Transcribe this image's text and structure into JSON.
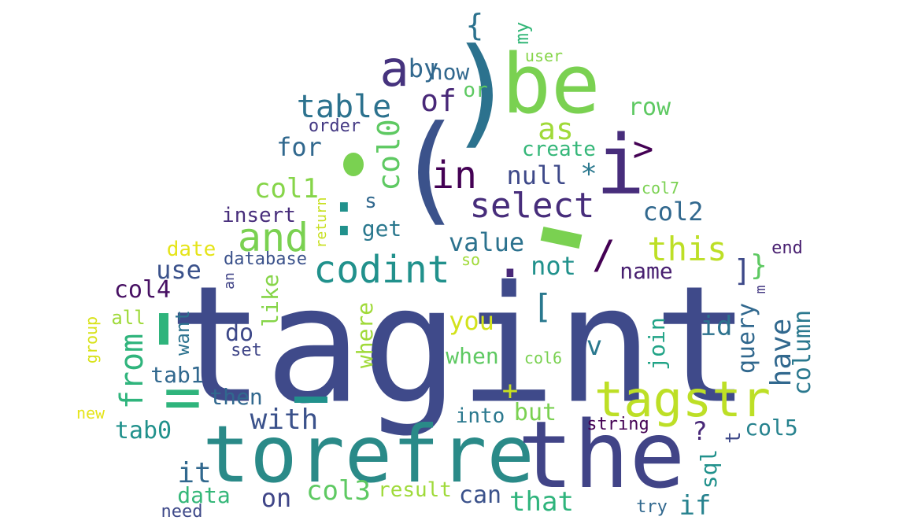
{
  "words": [
    {
      "text": "tagint",
      "color": "#3f4a8a"
    },
    {
      "text": "torefre",
      "color": "#2a8a88"
    },
    {
      "text": "the",
      "color": "#414487"
    },
    {
      "text": "be",
      "color": "#7ad151"
    },
    {
      "text": "i",
      "color": "#472d7b"
    },
    {
      "text": "(",
      "color": "#3b528b"
    },
    {
      "text": ")",
      "color": "#2c728e"
    },
    {
      "text": "tagstr",
      "color": "#bddf26"
    },
    {
      "text": "=",
      "color": "#2fb47c"
    },
    {
      "text": "a",
      "color": "#46337e"
    },
    {
      "text": "codint",
      "color": "#21918c"
    },
    {
      "text": "and",
      "color": "#7ad151"
    },
    {
      "text": "table",
      "color": "#2c728e"
    },
    {
      "text": "select",
      "color": "#472d7b"
    },
    {
      "text": "in",
      "color": "#440154"
    },
    {
      "text": "col0",
      "color": "#5ec962"
    },
    {
      "text": "from",
      "color": "#2fb47c"
    },
    {
      "text": "this",
      "color": "#bddf26"
    },
    {
      "text": "with",
      "color": "#3b528b"
    },
    {
      "text": "col3",
      "color": "#5ec962"
    },
    {
      "text": "as",
      "color": "#a0da39"
    },
    {
      "text": "col1",
      "color": "#86d549"
    },
    {
      "text": "have",
      "color": "#31688e"
    },
    {
      "text": "of",
      "color": "#482878"
    },
    {
      "text": "col2",
      "color": "#31688e"
    },
    {
      "text": "value",
      "color": "#2c728e"
    },
    {
      "text": "tab0",
      "color": "#21918c"
    },
    {
      "text": "column",
      "color": "#2a788e"
    },
    {
      "text": "query",
      "color": "#31688e"
    },
    {
      "text": "you",
      "color": "#d2e21b"
    },
    {
      "text": "that",
      "color": "#2fb47c"
    },
    {
      "text": "where",
      "color": "#a0da39"
    },
    {
      "text": "for",
      "color": "#31688e"
    },
    {
      "text": "it",
      "color": "#31688e"
    },
    {
      "text": "data",
      "color": "#35b779"
    },
    {
      "text": "row",
      "color": "#5ec962"
    },
    {
      "text": "null",
      "color": "#3e4989"
    },
    {
      "text": "col4",
      "color": "#471063"
    },
    {
      "text": "if",
      "color": "#26828e"
    },
    {
      "text": "not",
      "color": "#21918c"
    },
    {
      "text": "use",
      "color": "#3b528b"
    },
    {
      "text": "on",
      "color": "#404688"
    },
    {
      "text": "can",
      "color": "#3b528b"
    },
    {
      "text": "name",
      "color": "#481f70"
    },
    {
      "text": "id",
      "color": "#2c728e"
    },
    {
      "text": "by",
      "color": "#31688e"
    },
    {
      "text": "join",
      "color": "#20a386"
    },
    {
      "text": "create",
      "color": "#35b779"
    },
    {
      "text": "how",
      "color": "#31688e"
    },
    {
      "text": "do",
      "color": "#3e4989"
    },
    {
      "text": "get",
      "color": "#2a788e"
    },
    {
      "text": "tab1",
      "color": "#31688e"
    },
    {
      "text": "then",
      "color": "#31688e"
    },
    {
      "text": "col5",
      "color": "#26828e"
    },
    {
      "text": "sql",
      "color": "#21918c"
    },
    {
      "text": "but",
      "color": "#7ad151"
    },
    {
      "text": "like",
      "color": "#86d549"
    },
    {
      "text": "when",
      "color": "#5ec962"
    },
    {
      "text": "result",
      "color": "#9fda3a"
    },
    {
      "text": "insert",
      "color": "#472d7b"
    },
    {
      "text": "date",
      "color": "#e5e419"
    },
    {
      "text": "into",
      "color": "#2a788e"
    },
    {
      "text": "want",
      "color": "#2c728e"
    },
    {
      "text": "all",
      "color": "#9fda3a"
    },
    {
      "text": "my",
      "color": "#35b779"
    },
    {
      "text": "database",
      "color": "#3b528b"
    },
    {
      "text": "or",
      "color": "#5ec962"
    },
    {
      "text": "order",
      "color": "#443983"
    },
    {
      "text": "user",
      "color": "#86d549"
    },
    {
      "text": "string",
      "color": "#440154"
    },
    {
      "text": "end",
      "color": "#481f70"
    },
    {
      "text": "set",
      "color": "#404688"
    },
    {
      "text": "need",
      "color": "#3e4989"
    },
    {
      "text": "try",
      "color": "#31688e"
    },
    {
      "text": "new",
      "color": "#e5e419"
    },
    {
      "text": "group",
      "color": "#d8e219"
    },
    {
      "text": "return",
      "color": "#c8e020"
    },
    {
      "text": "so",
      "color": "#a0da39"
    },
    {
      "text": "an",
      "color": "#414487"
    },
    {
      "text": "col6",
      "color": "#7ad151"
    },
    {
      "text": "col7",
      "color": "#7ad151"
    },
    {
      "text": "s",
      "color": "#31688e"
    },
    {
      "text": "t",
      "color": "#3e4989"
    },
    {
      "text": "m",
      "color": "#443983"
    },
    {
      "text": ">",
      "color": "#440154"
    },
    {
      "text": "*",
      "color": "#2a788e"
    },
    {
      "text": "/",
      "color": "#440154"
    },
    {
      "text": "[",
      "color": "#2a788e"
    },
    {
      "text": "]",
      "color": "#3e4989"
    },
    {
      "text": "{",
      "color": "#2c728e"
    },
    {
      "text": "}",
      "color": "#5ec962"
    },
    {
      "text": "?",
      "color": "#482878"
    },
    {
      "text": "+",
      "color": "#c8e020"
    },
    {
      "text": "v",
      "color": "#2a788e"
    },
    {
      "text": ":",
      "color": "#21918c"
    },
    {
      "text": ".",
      "color": "#482878"
    }
  ]
}
